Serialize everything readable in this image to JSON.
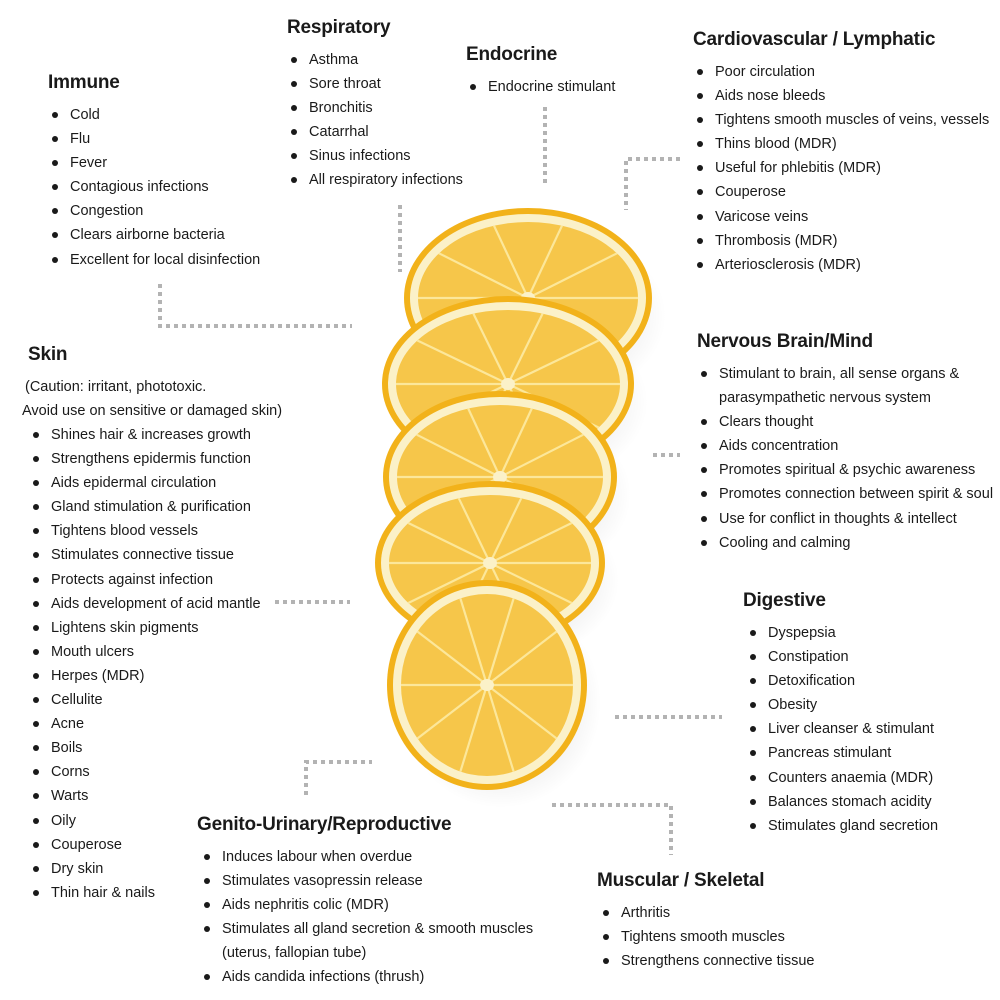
{
  "colors": {
    "dots": "#b3b3b3",
    "rind": "#f2b21a",
    "pith": "#fbf1c8",
    "flesh": "#f6c64a",
    "segment_line": "#fce79a"
  },
  "immune": {
    "title": "Immune",
    "items": [
      "Cold",
      "Flu",
      "Fever",
      "Contagious infections",
      "Congestion",
      "Clears airborne bacteria",
      "Excellent for local disinfection"
    ]
  },
  "respiratory": {
    "title": "Respiratory",
    "items": [
      "Asthma",
      "Sore throat",
      "Bronchitis",
      "Catarrhal",
      "Sinus infections",
      "All respiratory infections"
    ]
  },
  "endocrine": {
    "title": "Endocrine",
    "items": [
      "Endocrine stimulant"
    ]
  },
  "cardio": {
    "title": "Cardiovascular / Lymphatic",
    "items": [
      "Poor circulation",
      "Aids nose bleeds",
      "Tightens smooth muscles of veins, vessels",
      "Thins blood (MDR)",
      "Useful for phlebitis (MDR)",
      "Couperose",
      "Varicose veins",
      "Thrombosis (MDR)",
      "Arteriosclerosis (MDR)"
    ]
  },
  "skin": {
    "title": "Skin",
    "note_line1": "(Caution: irritant, phototoxic.",
    "note_line2": "Avoid use on sensitive or damaged skin)",
    "items": [
      "Shines hair & increases growth",
      "Strengthens epidermis function",
      "Aids epidermal circulation",
      "Gland stimulation & purification",
      "Tightens blood vessels",
      "Stimulates connective tissue",
      "Protects against infection",
      "Aids development of acid mantle",
      "Lightens skin pigments",
      " Mouth ulcers",
      "Herpes (MDR)",
      "Cellulite",
      "Acne",
      "Boils",
      "Corns",
      "Warts",
      "Oily",
      "Couperose",
      "Dry skin",
      "Thin hair & nails"
    ]
  },
  "nervous": {
    "title": "Nervous Brain/Mind",
    "item1_line1": "Stimulant to brain, all sense organs &",
    "item1_line2": "parasympathetic nervous system",
    "items": [
      "Clears thought",
      "Aids concentration",
      "Promotes spiritual & psychic awareness",
      "Promotes connection between spirit & soul",
      "Use for conflict in thoughts & intellect",
      "Cooling and calming"
    ]
  },
  "digestive": {
    "title": "Digestive",
    "items": [
      "Dyspepsia",
      "Constipation",
      "Detoxification",
      "Obesity",
      "Liver cleanser & stimulant",
      "Pancreas stimulant",
      "Counters anaemia (MDR)",
      "Balances stomach acidity",
      "Stimulates gland secretion"
    ]
  },
  "genito": {
    "title": "Genito-Urinary/Reproductive",
    "items_a": [
      "Induces labour when overdue",
      "Stimulates vasopressin release",
      "Aids nephritis colic (MDR)"
    ],
    "item4_line1": "Stimulates all gland secretion & smooth muscles",
    "item4_line2": "(uterus, fallopian tube)",
    "item5": "Aids candida infections (thrush)"
  },
  "muscular": {
    "title": "Muscular / Skeletal",
    "items": [
      "Arthritis",
      "Tightens smooth muscles",
      "Strengthens connective tissue"
    ]
  }
}
